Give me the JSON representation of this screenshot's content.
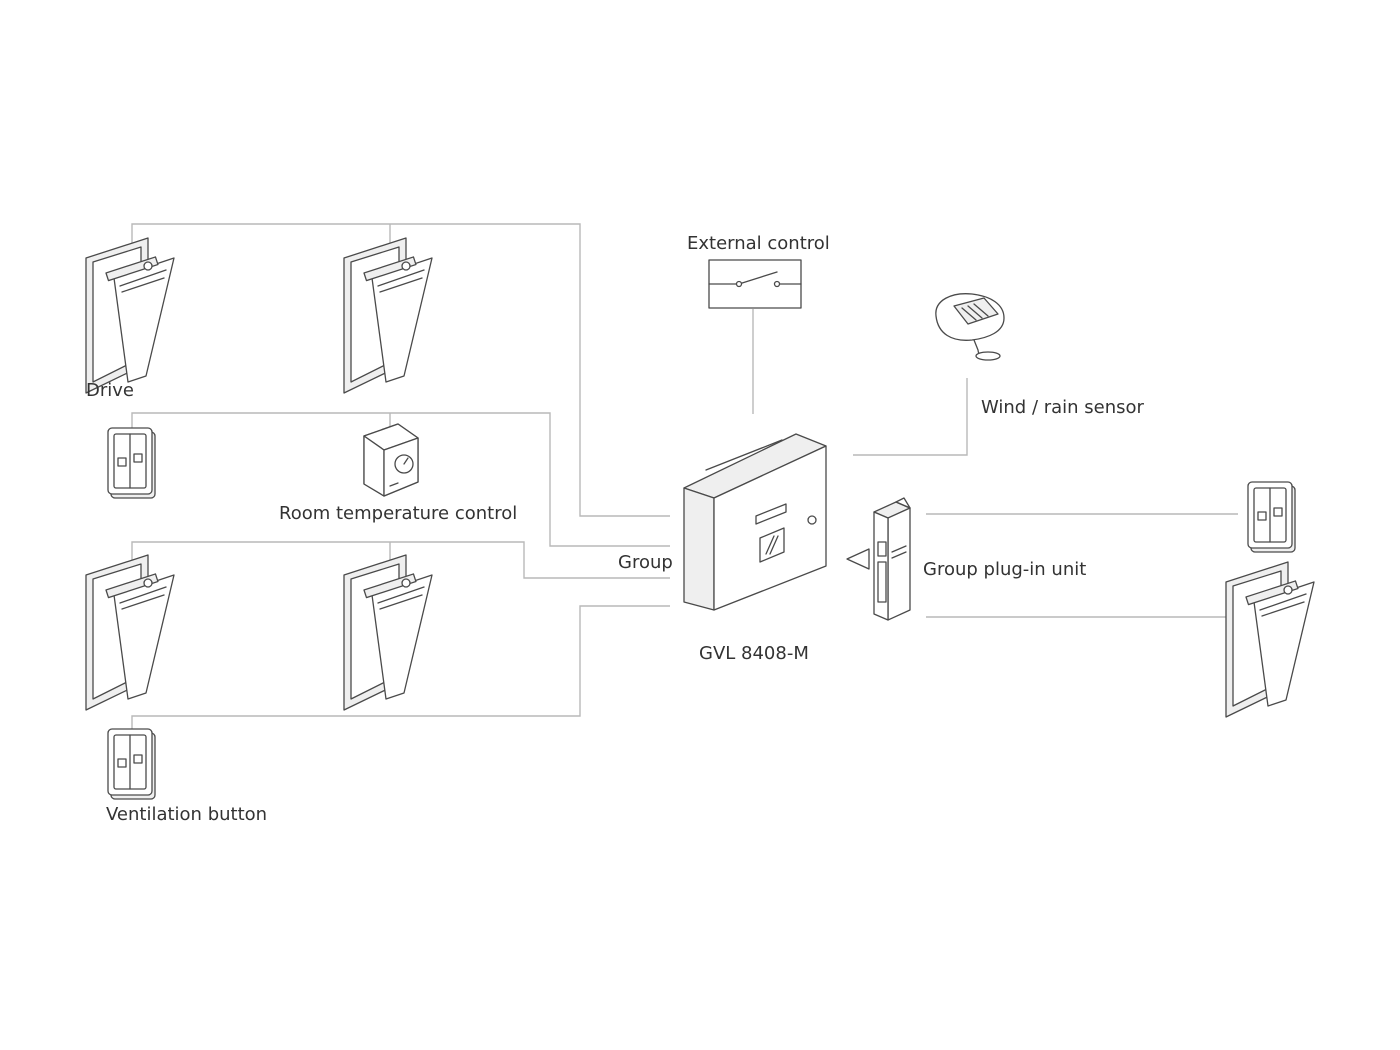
{
  "labels": {
    "drive": "Drive",
    "room_temperature_control": "Room temperature control",
    "ventilation_button": "Ventilation button",
    "external_control": "External control",
    "wind_rain_sensor": "Wind / rain sensor",
    "group": "Group",
    "controller": "GVL 8408-M",
    "group_plug_in_unit": "Group plug-in unit"
  }
}
